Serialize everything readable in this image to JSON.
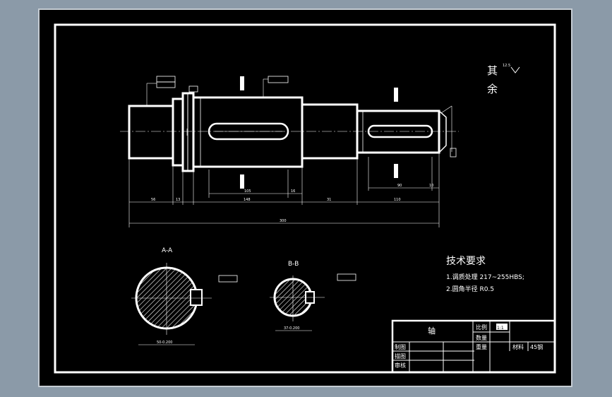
{
  "colors": {
    "frame_outer": "#8b9aa8",
    "frame_inner": "#c5ccd3",
    "sheet_bg": "#000000",
    "line": "#ffffff",
    "hatch": "#ffffff"
  },
  "drawing": {
    "surface_finish_other": [
      "其",
      "余"
    ],
    "surface_finish_value": "12.5",
    "section_a_label": "A-A",
    "section_b_label": "B-B",
    "dims": {
      "total_length": "300",
      "seg1": "56",
      "seg2": "13",
      "seg3": "148",
      "seg4": "31",
      "seg5": "110",
      "keyway_a_len": "105",
      "keyway_a_offset": "16",
      "keyway_b_len": "90",
      "keyway_b_offset": "10",
      "section_a_depth": "50-0.200",
      "section_b_depth": "37-0.200"
    },
    "tech_requirements": {
      "title": "技术要求",
      "items": [
        "1.调质处理 217~255HBS;",
        "2.圆角半径 R0.5"
      ]
    }
  },
  "title_block": {
    "part_name": "轴",
    "scale_label": "比例",
    "scale_value": "1:1",
    "qty_label": "数量",
    "weight_label": "重量",
    "material_label": "材料",
    "material_value": "45钢",
    "drawn_label": "制图",
    "design_label": "描图",
    "check_label": "审核"
  }
}
